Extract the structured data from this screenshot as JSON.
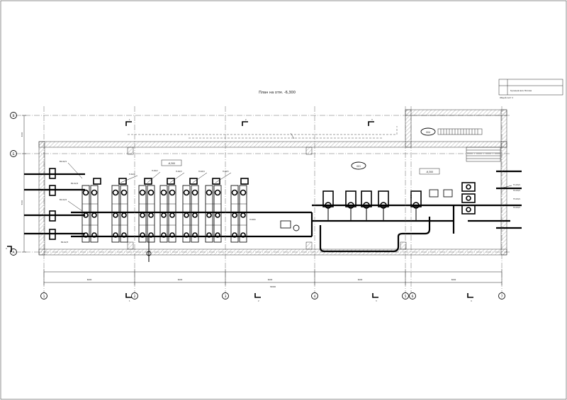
{
  "drawing": {
    "title": "План на отм. -6,300",
    "elevation_tags": [
      "-6,300",
      "-6,300"
    ],
    "room_numbers": [
      "004",
      "001"
    ]
  },
  "title_block": {
    "rows": [
      "",
      "Кузнецов вал, Москва"
    ],
    "sheet_label": "Общий лист 2"
  },
  "grid_axes": {
    "columns": [
      "1",
      "2",
      "3",
      "4",
      "5",
      "6",
      "7"
    ],
    "rows": [
      "А",
      "Б",
      "В"
    ]
  },
  "dimensions": {
    "overall": "30000",
    "spans": [
      "6000",
      "6000",
      "6000",
      "6000",
      "6000"
    ],
    "vertical": [
      "5000",
      "3000"
    ]
  },
  "pipe_tags": {
    "left_inputs": [
      "В2-62/1",
      "В2-62/2",
      "В2-62/3",
      "В2-62/4"
    ],
    "pump_tags": [
      "Н-62/1",
      "Н-62/2",
      "Н-62/3",
      "Н-62/4",
      "Н-62/5",
      "Н-62/6"
    ],
    "right_tags": [
      "Т1-63/1",
      "Т2-63/1",
      "Т3-63/1",
      "Т4-63/1"
    ]
  },
  "section_marks": [
    "1",
    "1",
    "2",
    "2",
    "3",
    "3",
    "4",
    "4"
  ]
}
